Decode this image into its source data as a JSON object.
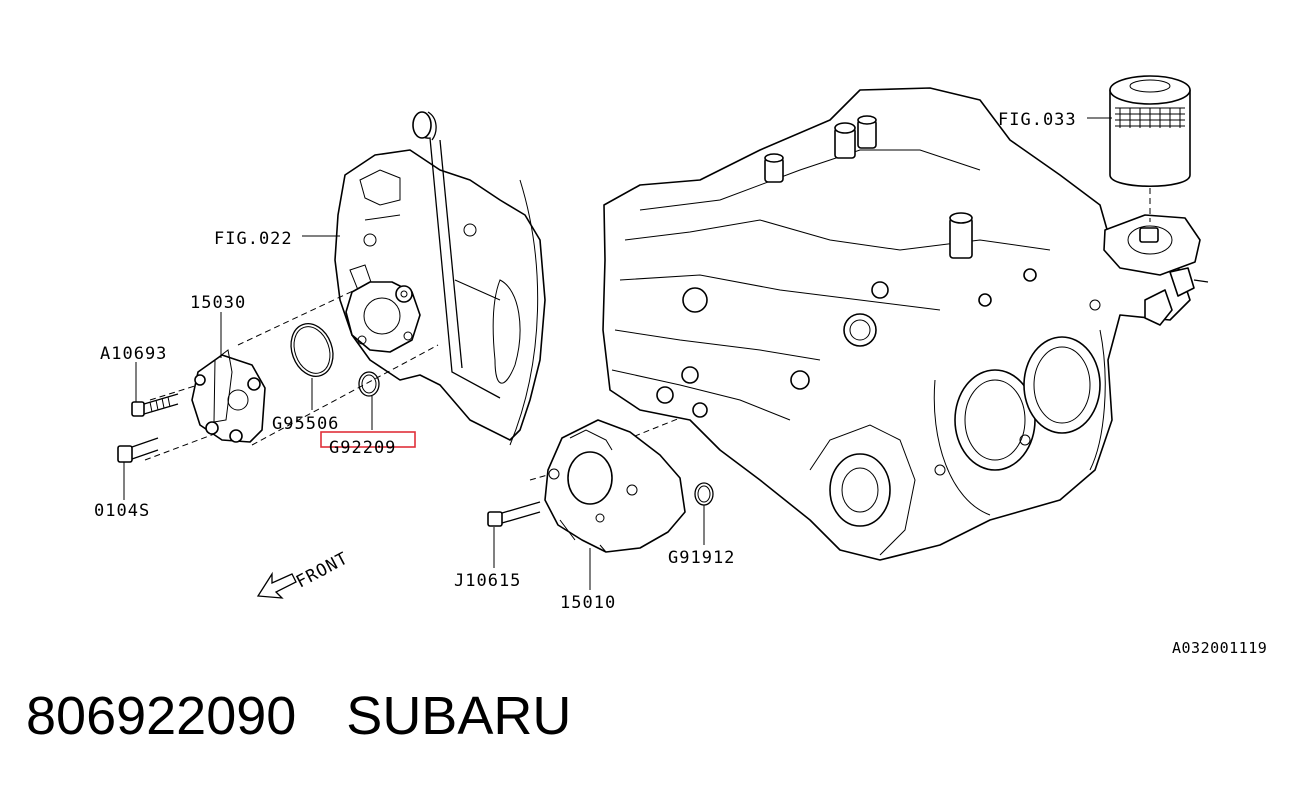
{
  "labels": {
    "fig_022": "FIG.022",
    "fig_033": "FIG.033",
    "p15030": "15030",
    "a10693": "A10693",
    "s0104": "0104S",
    "g95506": "G95506",
    "g92209": "G92209",
    "j10615": "J10615",
    "p15010": "15010",
    "g91912": "G91912",
    "front": "FRONT",
    "diagram_ref": "A032001119"
  },
  "highlight_color": "#e0303a",
  "caption": {
    "part_number": "806922090",
    "brand": "SUBARU"
  }
}
